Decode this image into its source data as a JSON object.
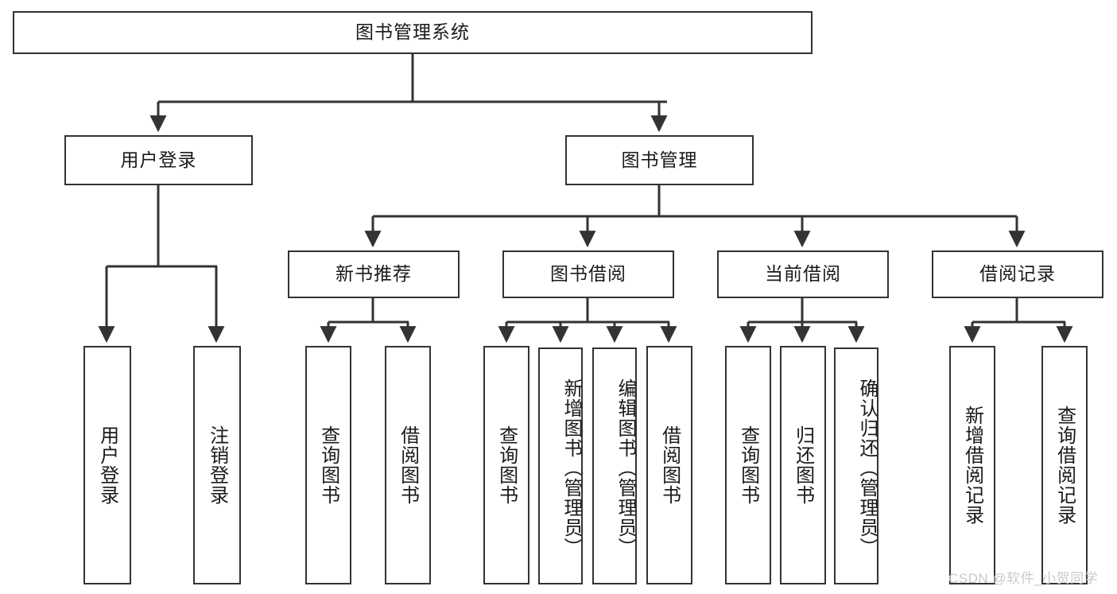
{
  "diagram": {
    "type": "tree",
    "title": "图书管理系统",
    "watermark": "CSDN @软件_小贺同学",
    "colors": {
      "stroke": "#333333",
      "background": "#ffffff",
      "text": "#1a1a1a",
      "watermark": "#c9c9c9"
    },
    "nodes": {
      "root": "图书管理系统",
      "level1": [
        "用户登录",
        "图书管理"
      ],
      "level2": [
        "新书推荐",
        "图书借阅",
        "当前借阅",
        "借阅记录"
      ],
      "leaves": [
        "用户登录",
        "注销登录",
        "查询图书",
        "借阅图书",
        "查询图书",
        "新增图书（管理员）",
        "编辑图书（管理员）",
        "借阅图书",
        "查询图书",
        "归还图书",
        "确认归还（管理员）",
        "新增借阅记录",
        "查询借阅记录"
      ]
    },
    "hierarchy": {
      "图书管理系统": [
        "用户登录",
        "图书管理"
      ],
      "用户登录": [
        "用户登录",
        "注销登录"
      ],
      "图书管理": [
        "新书推荐",
        "图书借阅",
        "当前借阅",
        "借阅记录"
      ],
      "新书推荐": [
        "查询图书",
        "借阅图书"
      ],
      "图书借阅": [
        "查询图书",
        "新增图书（管理员）",
        "编辑图书（管理员）",
        "借阅图书"
      ],
      "当前借阅": [
        "查询图书",
        "归还图书",
        "确认归还（管理员）"
      ],
      "借阅记录": [
        "新增借阅记录",
        "查询借阅记录"
      ]
    }
  }
}
